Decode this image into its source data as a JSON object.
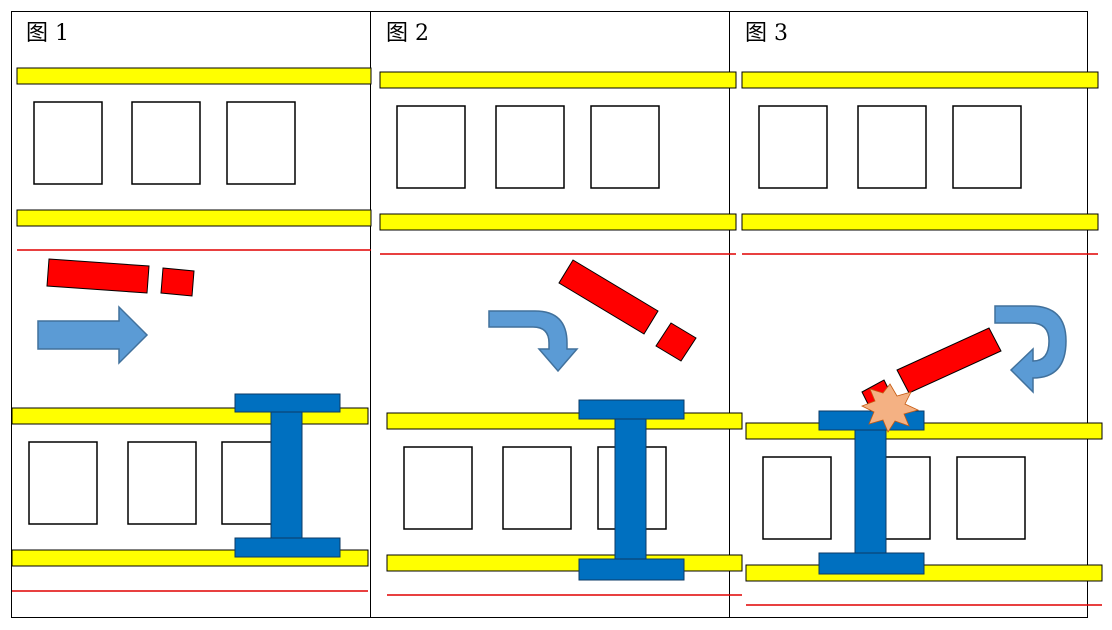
{
  "panels": [
    {
      "label": "图 1"
    },
    {
      "label": "图 2"
    },
    {
      "label": "图 3"
    }
  ],
  "colors": {
    "girder": "#ffff00",
    "beam": "#ff0000",
    "column": "#0070c0",
    "arrow": "#5b9bd5",
    "guide_line": "#e00000",
    "impact": "#f4b183",
    "outline": "#000000"
  }
}
